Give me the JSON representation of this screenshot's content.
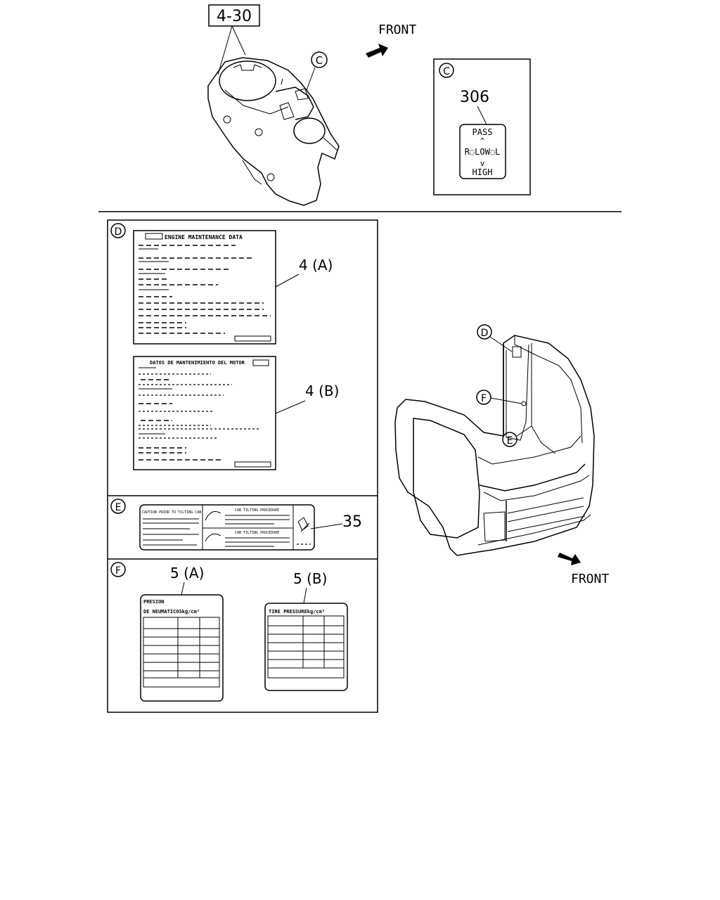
{
  "top": {
    "ref_box": "4-30",
    "front_top": "FRONT",
    "callout_c": "C",
    "panel_c": {
      "letter": "C",
      "part_no": "306",
      "switch": {
        "pass": "PASS",
        "middle": "R◌LOW◌L",
        "high": "HIGH"
      }
    }
  },
  "panel_d": {
    "letter": "D",
    "label_a": {
      "part": "4 (A)",
      "title": "ENGINE MAINTENANCE DATA"
    },
    "label_b": {
      "part": "4 (B)",
      "title": "DATOS DE MANTENIMIENTO DEL MOTOR"
    }
  },
  "panel_e": {
    "letter": "E",
    "part": "35",
    "caution": "CAUTION PRIOR TO TILTING CAB",
    "proc1": "CAB TILTING PROCEDURE",
    "proc2": "CAB TILTING PROCEDURE"
  },
  "panel_f": {
    "letter": "F",
    "label_a": {
      "part": "5 (A)",
      "line1": "PRESION",
      "line2": "DE NEUMATICOSkg/cm²"
    },
    "label_b": {
      "part": "5 (B)",
      "line1": "TIRE PRESSUREkg/cm²"
    }
  },
  "cab": {
    "callout_d": "D",
    "callout_f": "F",
    "callout_e": "E",
    "front_bottom": "FRONT"
  }
}
